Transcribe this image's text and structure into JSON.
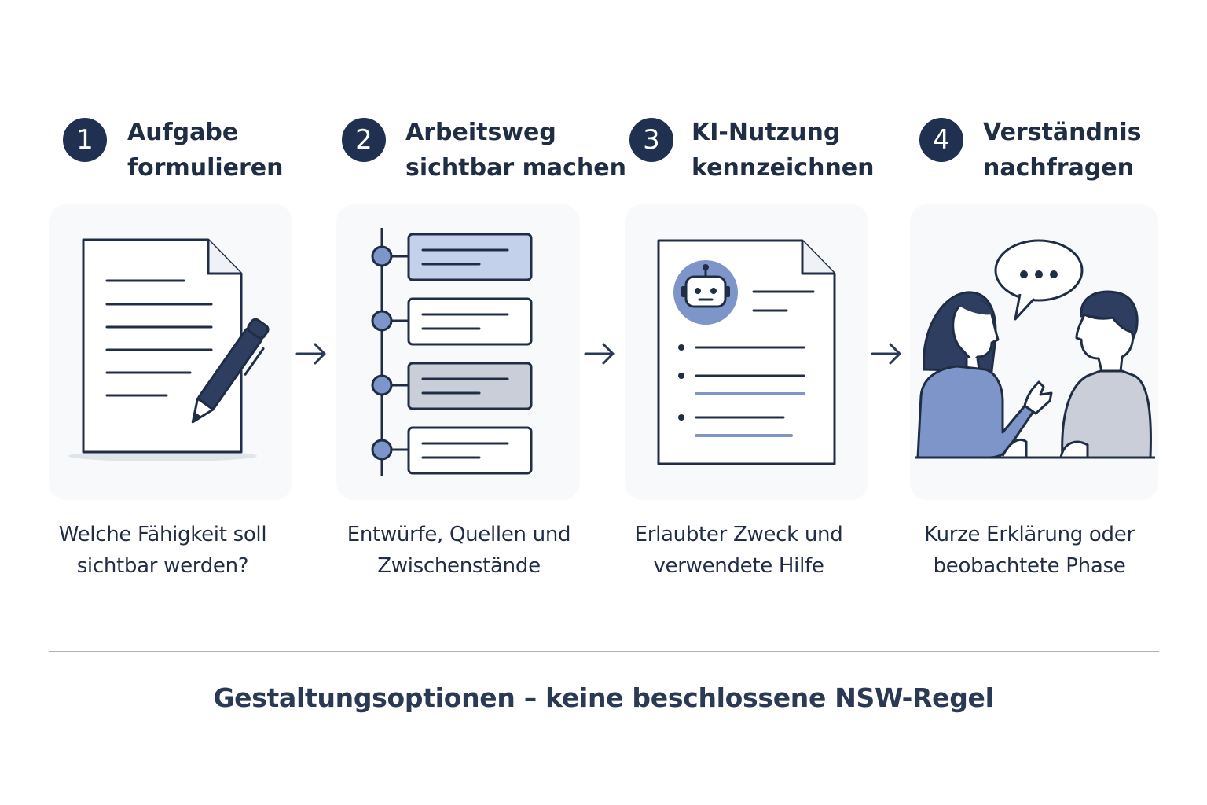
{
  "steps": [
    {
      "number": "1",
      "title_line1": "Aufgabe",
      "title_line2": "formulieren",
      "caption_line1": "Welche Fähigkeit soll",
      "caption_line2": "sichtbar werden?",
      "icon": "document-pen-icon"
    },
    {
      "number": "2",
      "title_line1": "Arbeitsweg",
      "title_line2": "sichtbar machen",
      "caption_line1": "Entwürfe, Quellen und",
      "caption_line2": "Zwischenstände",
      "icon": "timeline-icon"
    },
    {
      "number": "3",
      "title_line1": "KI-Nutzung",
      "title_line2": "kennzeichnen",
      "caption_line1": "Erlaubter Zweck und",
      "caption_line2": "verwendete Hilfe",
      "icon": "robot-document-icon"
    },
    {
      "number": "4",
      "title_line1": "Verständnis",
      "title_line2": "nachfragen",
      "caption_line1": "Kurze Erklärung oder",
      "caption_line2": "beobachtete Phase",
      "icon": "conversation-icon"
    }
  ],
  "footer": "Gestaltungsoptionen – keine beschlossene NSW-Regel",
  "colors": {
    "navy": "#1f3050",
    "accent_blue": "#7d95c8",
    "light_blue": "#c3d1ea",
    "gray_fill": "#c9ced9",
    "card_bg": "#f7f9fb"
  }
}
